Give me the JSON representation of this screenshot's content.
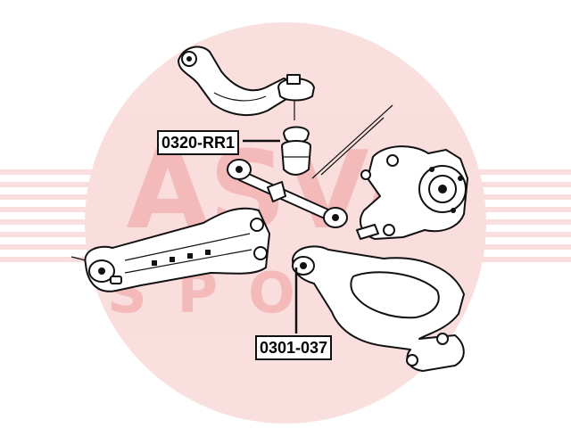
{
  "watermark": {
    "brand_top": "ASVA",
    "brand_bottom": "SPORT",
    "color": "#e23b3b"
  },
  "callouts": [
    {
      "part_number": "0320-RR1"
    },
    {
      "part_number": "0301-037"
    }
  ],
  "colors": {
    "line": "#111111",
    "background": "#ffffff"
  }
}
